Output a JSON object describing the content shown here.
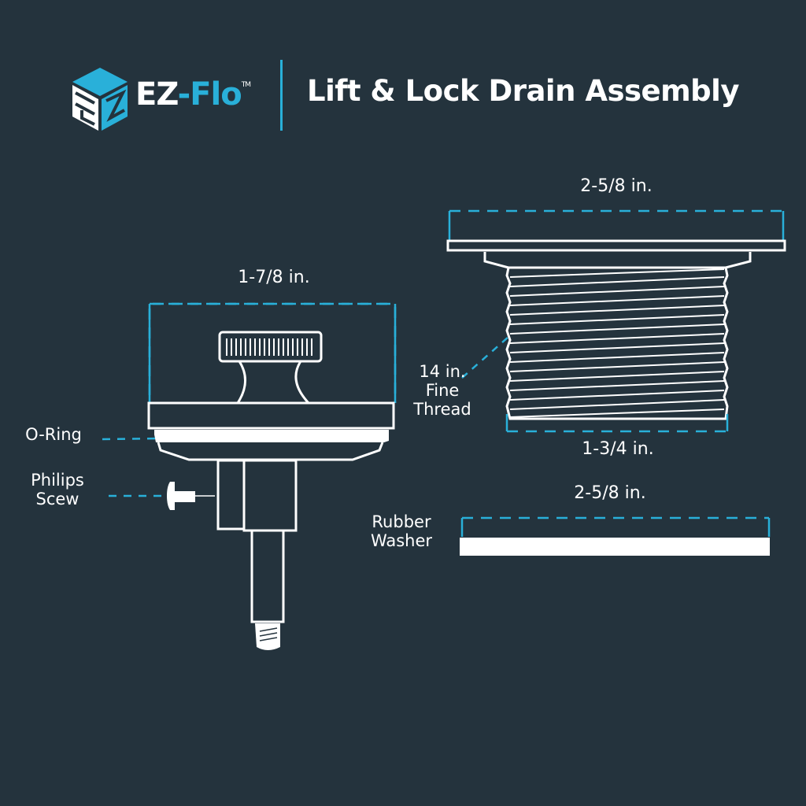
{
  "brand": {
    "name_part1": "EZ",
    "name_part2": "-Flo",
    "trademark": "TM",
    "logo_icon": "ez-cube-logo-icon"
  },
  "header": {
    "title": "Lift & Lock Drain Assembly"
  },
  "colors": {
    "background": "#24333d",
    "accent": "#29b0d9",
    "line": "#ffffff"
  },
  "stopper": {
    "width_label": "1-7/8 in.",
    "callouts": [
      {
        "label_line1": "O-Ring"
      },
      {
        "label_line1": "Philips",
        "label_line2": "Scew"
      }
    ]
  },
  "drain_body": {
    "flange_width_label": "2-5/8 in.",
    "thread_label_line1": "14 in.",
    "thread_label_line2": "Fine",
    "thread_label_line3": "Thread",
    "thread_width_label": "1-3/4 in."
  },
  "washer": {
    "width_label": "2-5/8 in.",
    "label_line1": "Rubber",
    "label_line2": "Washer"
  }
}
